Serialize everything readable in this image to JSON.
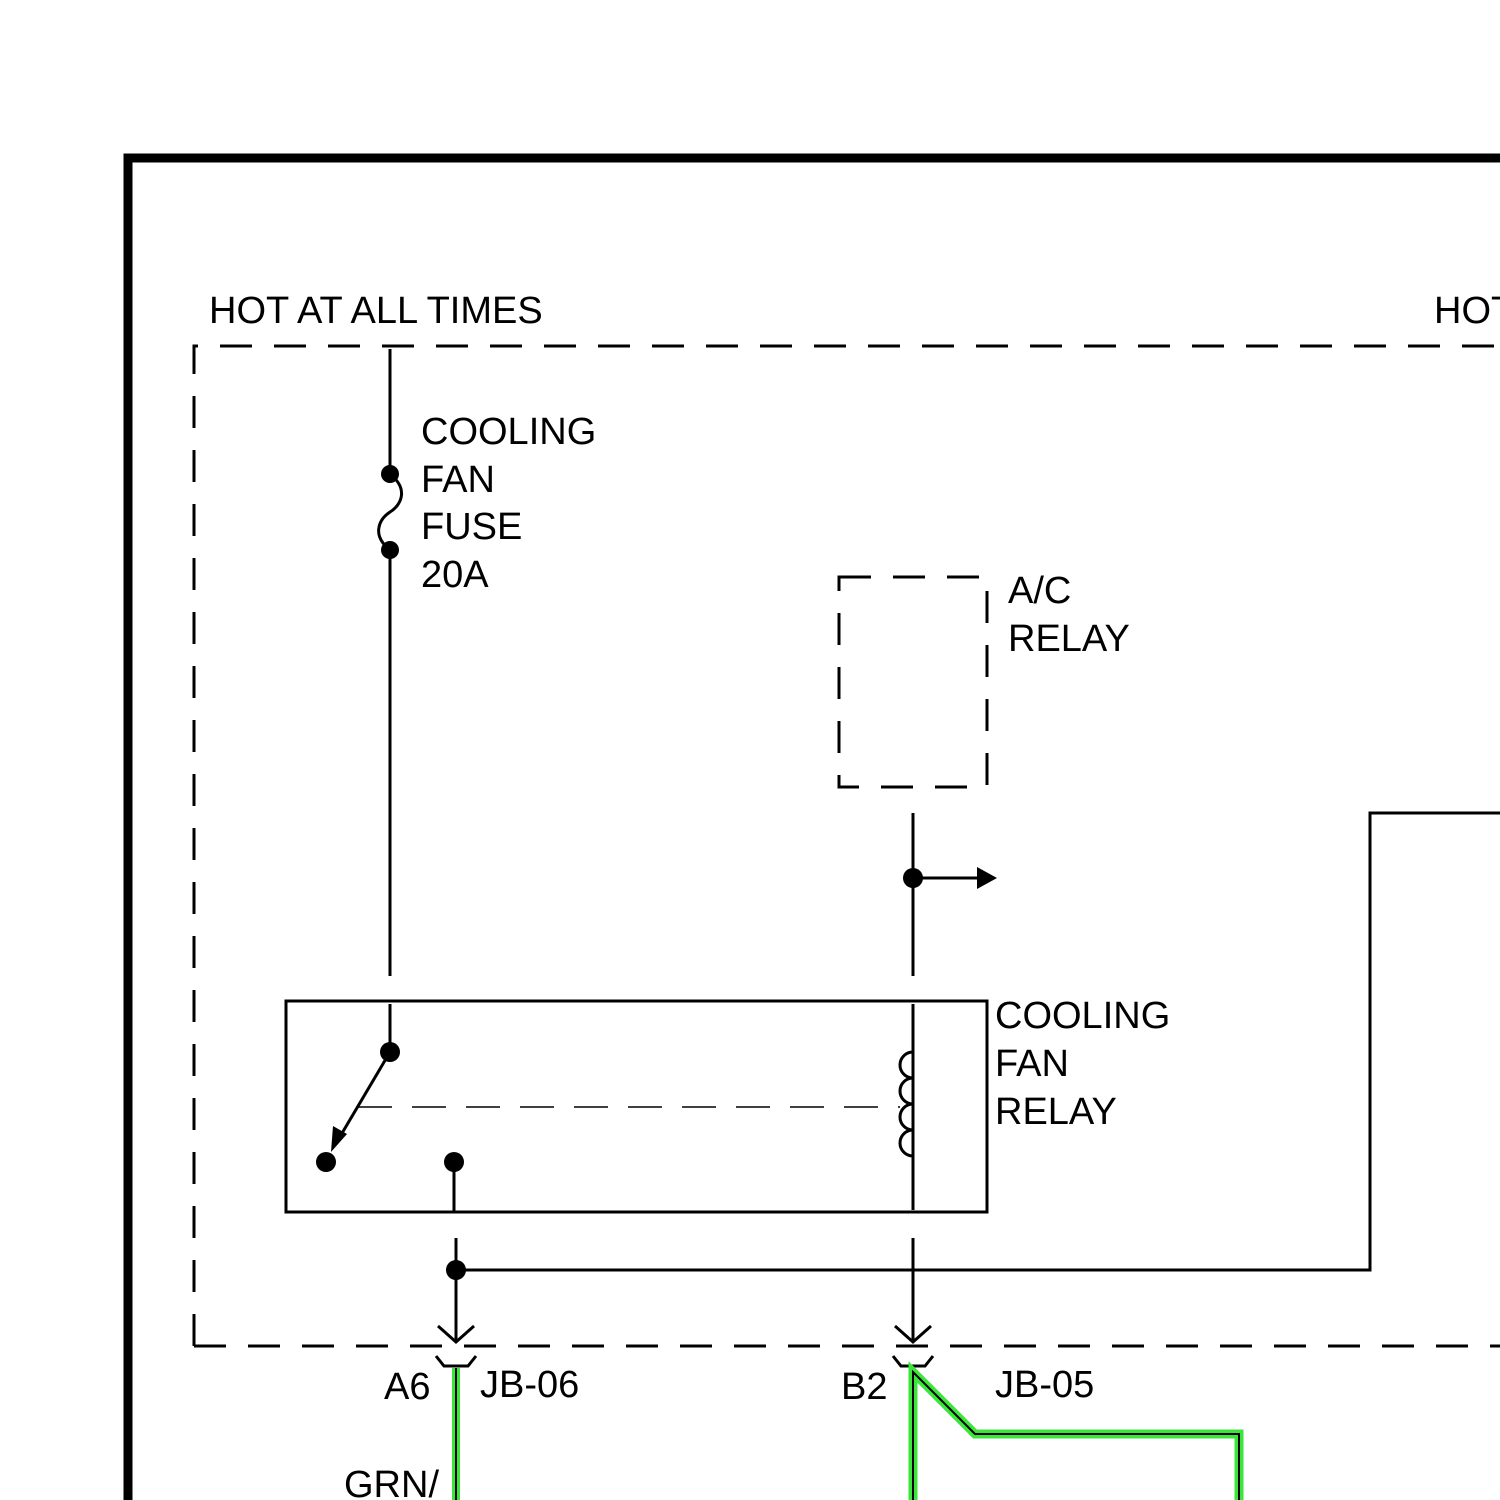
{
  "labels": {
    "hot_at_all_times": "HOT AT ALL TIMES",
    "hot_partial": "HOT",
    "fuse_line1": "COOLING",
    "fuse_line2": "FAN",
    "fuse_line3": "FUSE",
    "fuse_line4": "20A",
    "ac_relay_line1": "A/C",
    "ac_relay_line2": "RELAY",
    "relay_line1": "COOLING",
    "relay_line2": "FAN",
    "relay_line3": "RELAY",
    "pin_a6": "A6",
    "connector_jb06": "JB-06",
    "pin_b2": "B2",
    "connector_jb05": "JB-05",
    "wire_color": "GRN/"
  },
  "colors": {
    "line": "#000000",
    "highlight_wire": "#39e639",
    "highlight_wire_core": "#c8ff3c",
    "background": "#ffffff"
  }
}
